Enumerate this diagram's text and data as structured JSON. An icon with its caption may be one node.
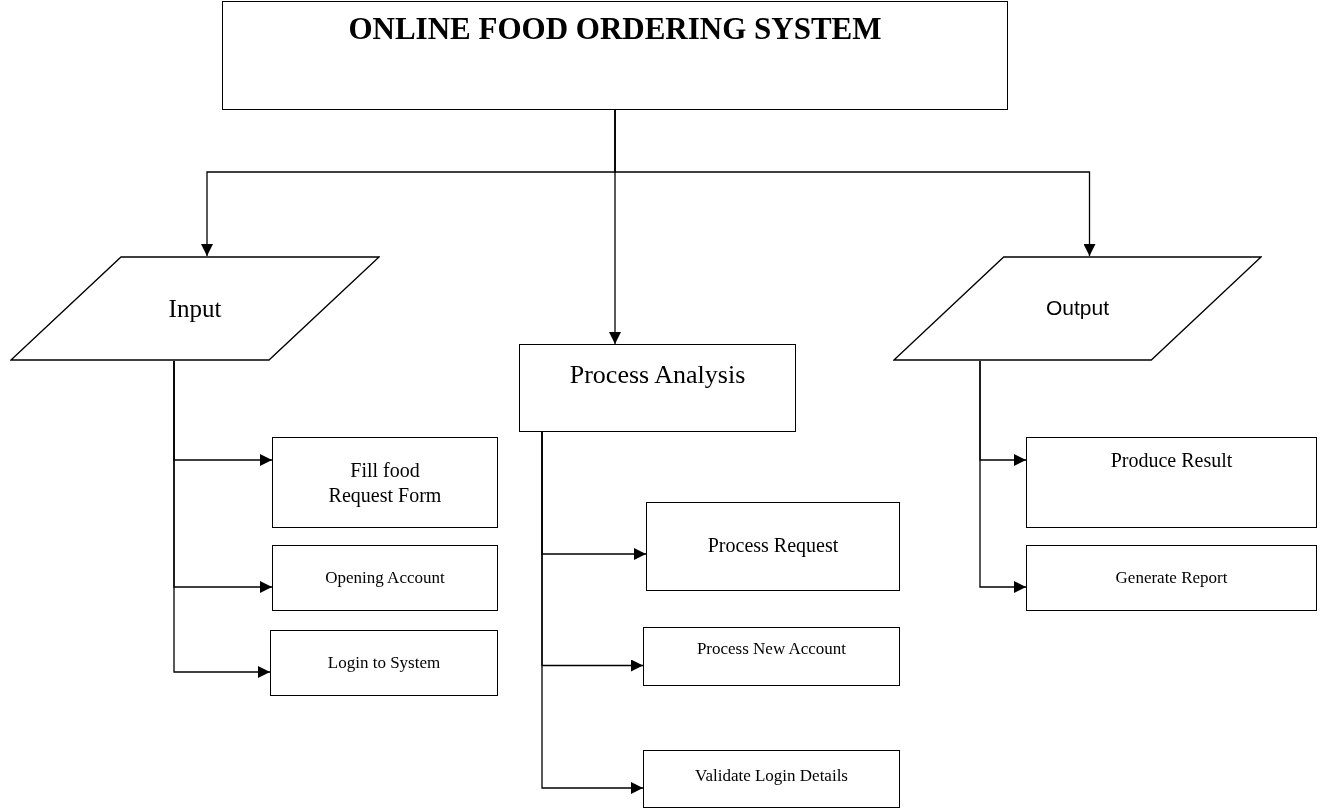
{
  "diagram": {
    "nodes": [
      {
        "text": [
          "ONLINE FOOD ORDERING SYSTEM"
        ]
      },
      {
        "text": [
          "Input"
        ]
      },
      {
        "text": [
          "Process Analysis"
        ]
      },
      {
        "text": [
          "Output"
        ]
      },
      {
        "text": [
          "Fill food Request Form"
        ]
      },
      {
        "text": [
          "Opening Account"
        ]
      },
      {
        "text": [
          "Login to System"
        ]
      },
      {
        "text": [
          "Process Request"
        ]
      },
      {
        "text": [
          "Process New Account"
        ]
      },
      {
        "text": [
          "Validate Login Details"
        ]
      },
      {
        "text": [
          "Produce Result"
        ]
      },
      {
        "text": [
          "Generate Report"
        ]
      }
    ],
    "edges": [
      {
        "from": 0,
        "to": 1,
        "arrow": "to"
      },
      {
        "from": 0,
        "to": 2,
        "arrow": "to"
      },
      {
        "from": 0,
        "to": 3,
        "arrow": "to"
      },
      {
        "from": 1,
        "to": 4,
        "arrow": "to"
      },
      {
        "from": 1,
        "to": 5,
        "arrow": "to"
      },
      {
        "from": 1,
        "to": 6,
        "arrow": "to"
      },
      {
        "from": 2,
        "to": 7,
        "arrow": "to"
      },
      {
        "from": 2,
        "to": 8,
        "arrow": "to"
      },
      {
        "from": 2,
        "to": 9,
        "arrow": "to"
      },
      {
        "from": 3,
        "to": 10,
        "arrow": "to"
      },
      {
        "from": 3,
        "to": 11,
        "arrow": "to"
      }
    ]
  }
}
